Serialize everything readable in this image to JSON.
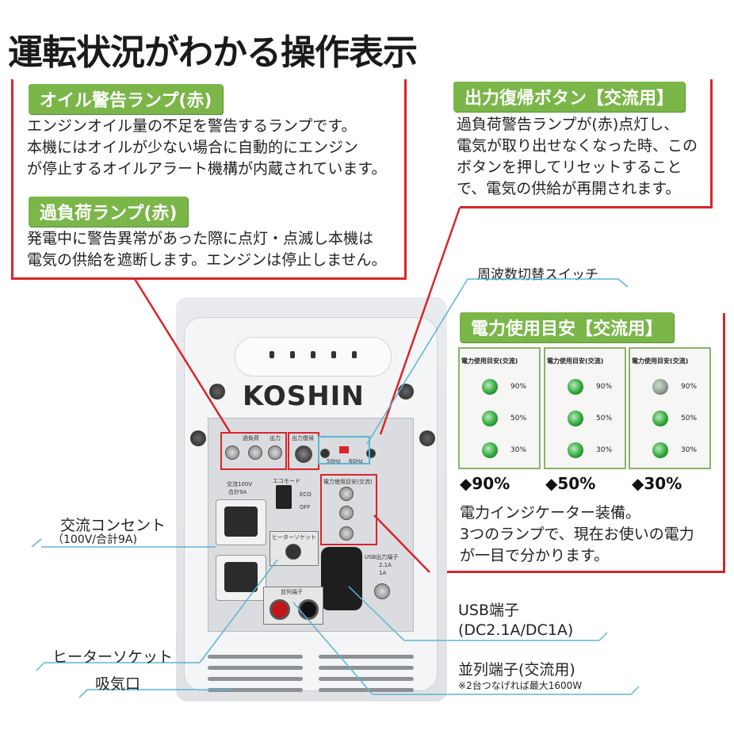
{
  "title": "運転状況がわかる操作表示",
  "oil": {
    "tag": "オイル警告ランプ(赤)",
    "lines": [
      "エンジンオイル量の不足を警告するランプです。",
      "本機にはオイルが少ない場合に自動的にエンジン",
      "が停止するオイルアラート機構が内蔵されています。"
    ]
  },
  "overload": {
    "tag": "過負荷ランプ(赤)",
    "lines": [
      "発電中に警告異常があった際に点灯・点滅し本機は",
      "電気の供給を遮断します。エンジンは停止しません。"
    ]
  },
  "reset": {
    "tag": "出力復帰ボタン【交流用】",
    "lines": [
      "過負荷警告ランプが(赤)点灯し、",
      "電気が取り出せなくなった時、この",
      "ボタンを押してリセットすること",
      "で、電気の供給が再開されます。"
    ]
  },
  "freq_switch": "周波数切替スイッチ",
  "power": {
    "tag": "電力使用目安【交流用】",
    "card_title": "電力使用目安(交流)",
    "levels": [
      "90%",
      "50%",
      "30%"
    ],
    "cards": [
      {
        "label": "◆90%",
        "lamps": [
          "#2faa3a",
          "#2faa3a",
          "#2faa3a"
        ]
      },
      {
        "label": "◆50%",
        "lamps": [
          "#2faa3a",
          "#2faa3a",
          "#2faa3a"
        ]
      },
      {
        "label": "◆30%",
        "lamps": [
          "#9a9a9a",
          "#2faa3a",
          "#2faa3a"
        ]
      }
    ],
    "lines": [
      "電力インジケーター装備。",
      "3つのランプで、現在お使いの電力",
      "が一目で分かります。"
    ]
  },
  "ac_outlet": {
    "label": "交流コンセント",
    "sub": "（100V/合計9A)"
  },
  "heater": "ヒーターソケット",
  "intake": "吸気口",
  "usb": {
    "line1": "USB端子",
    "line2": "(DC2.1A/DC1A)"
  },
  "parallel": {
    "line1": "並列端子(交流用)",
    "sub": "※2台つなげれば最大1600W"
  },
  "machine": {
    "brand": "KOSHIN",
    "panel_labels": {
      "oil": "過負荷",
      "out": "出力",
      "reset": "出力復帰",
      "hz50": "50Hz",
      "hz60": "60Hz",
      "eco": "エコモード",
      "eco_on": "ECO",
      "eco_off": "OFF",
      "ac": "交流100V",
      "ac2": "合計9A",
      "heater": "ヒーターソケット",
      "usb": "USB出力端子",
      "usb1": "2.1A",
      "usb2": "1A",
      "parallel": "並列端子",
      "indicator": "電力使用目安(交流)"
    }
  },
  "colors": {
    "accent_green": "#7ab648",
    "line_red": "#d9252a",
    "line_blue": "#5bb5d6"
  }
}
